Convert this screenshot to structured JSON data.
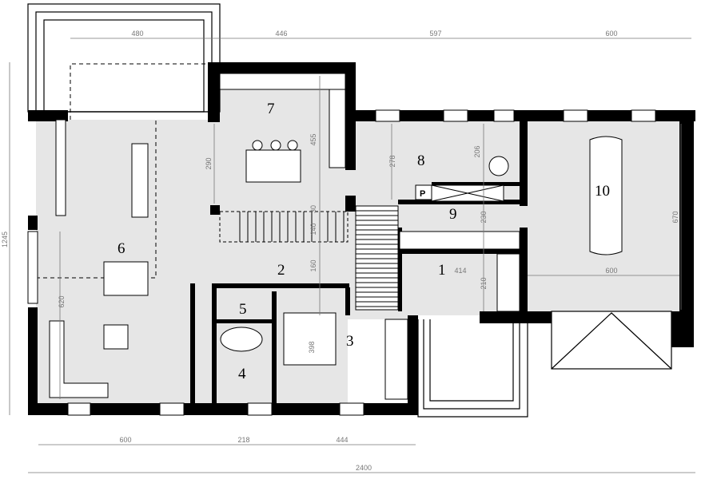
{
  "plan": {
    "rooms": [
      {
        "num": "1"
      },
      {
        "num": "2"
      },
      {
        "num": "3"
      },
      {
        "num": "4"
      },
      {
        "num": "5"
      },
      {
        "num": "6"
      },
      {
        "num": "7"
      },
      {
        "num": "8"
      },
      {
        "num": "9"
      },
      {
        "num": "10"
      }
    ],
    "parking_label": "P",
    "dimensions": {
      "top": [
        "480",
        "446",
        "597",
        "600"
      ],
      "bottom": [
        "600",
        "218",
        "444"
      ],
      "total_width": "2400",
      "total_height": "1245",
      "inner": {
        "kitchen_depth": "290",
        "kitchen_height": "455",
        "stair_a": "30",
        "stair_b": "140",
        "hall": "160",
        "utility": "278",
        "boiler": "206",
        "corridor": "230",
        "entry_width": "414",
        "entry_depth": "210",
        "garage_depth": "670",
        "garage_width": "600",
        "living_depth": "620",
        "bedroom": "398"
      }
    },
    "colors": {
      "floor": "#e6e6e6",
      "wall": "#000000",
      "dimension": "#777777"
    }
  }
}
